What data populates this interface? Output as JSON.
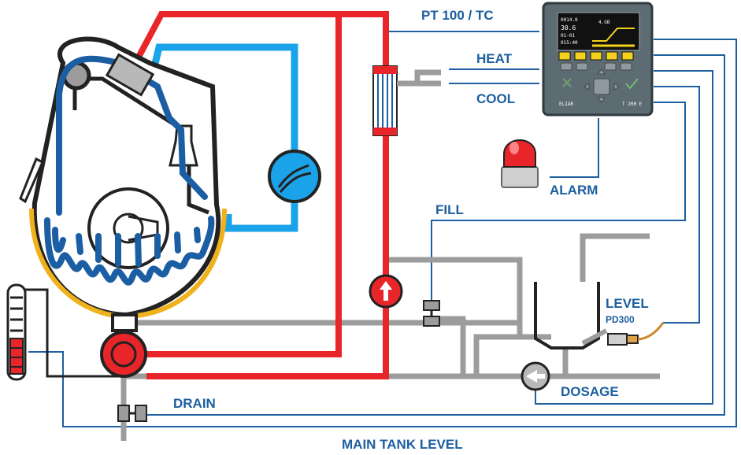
{
  "labels": {
    "pt100": "PT 100 / TC",
    "heat": "HEAT",
    "cool": "COOL",
    "alarm": "ALARM",
    "fill": "FILL",
    "level": "LEVEL",
    "level_sensor": "PD300",
    "dosage": "DOSAGE",
    "drain": "DRAIN",
    "main_tank_level": "MAIN TANK LEVEL"
  },
  "controller": {
    "brand": "ELIAR",
    "model": "T 200 E",
    "display_lines": [
      "0014.0",
      "30.6",
      "01-01",
      "015:40"
    ],
    "display_tag": "4.GB"
  },
  "colors": {
    "hot_line": "#e8262a",
    "cool_line": "#1aa3e8",
    "coil": "#1b5ea3",
    "pipe": "#9c9c9c",
    "signal": "#1d5fa0",
    "insulation": "#f0b21c",
    "display_bg": "#111111",
    "display_accent": "#f4d21b"
  }
}
